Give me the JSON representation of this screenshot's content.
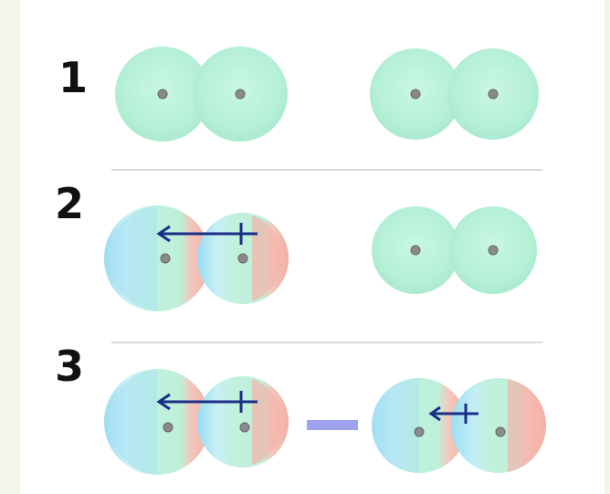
{
  "rows": [
    {
      "label": "1",
      "left_molecule": "neutral",
      "right_molecule": "neutral"
    },
    {
      "label": "2",
      "left_molecule": "dipole",
      "right_molecule": "neutral"
    },
    {
      "label": "3",
      "left_molecule": "dipole",
      "right_molecule": "induced-dipole"
    }
  ],
  "colors": {
    "background": "#f4f5e8",
    "card": "#ffffff",
    "neutral_cloud": "#b5f0d6",
    "negative_region": "#aee3f5",
    "positive_region": "#f6b8b0",
    "dipole_arrow": "#1a2f86",
    "interaction_bar": "#9fa3ee",
    "nucleus": "#8a8a8a",
    "divider": "#d8d8d8"
  },
  "icons": {
    "dipole_arrow": "crossed-arrow",
    "nucleus": "dot",
    "interaction": "bar"
  }
}
